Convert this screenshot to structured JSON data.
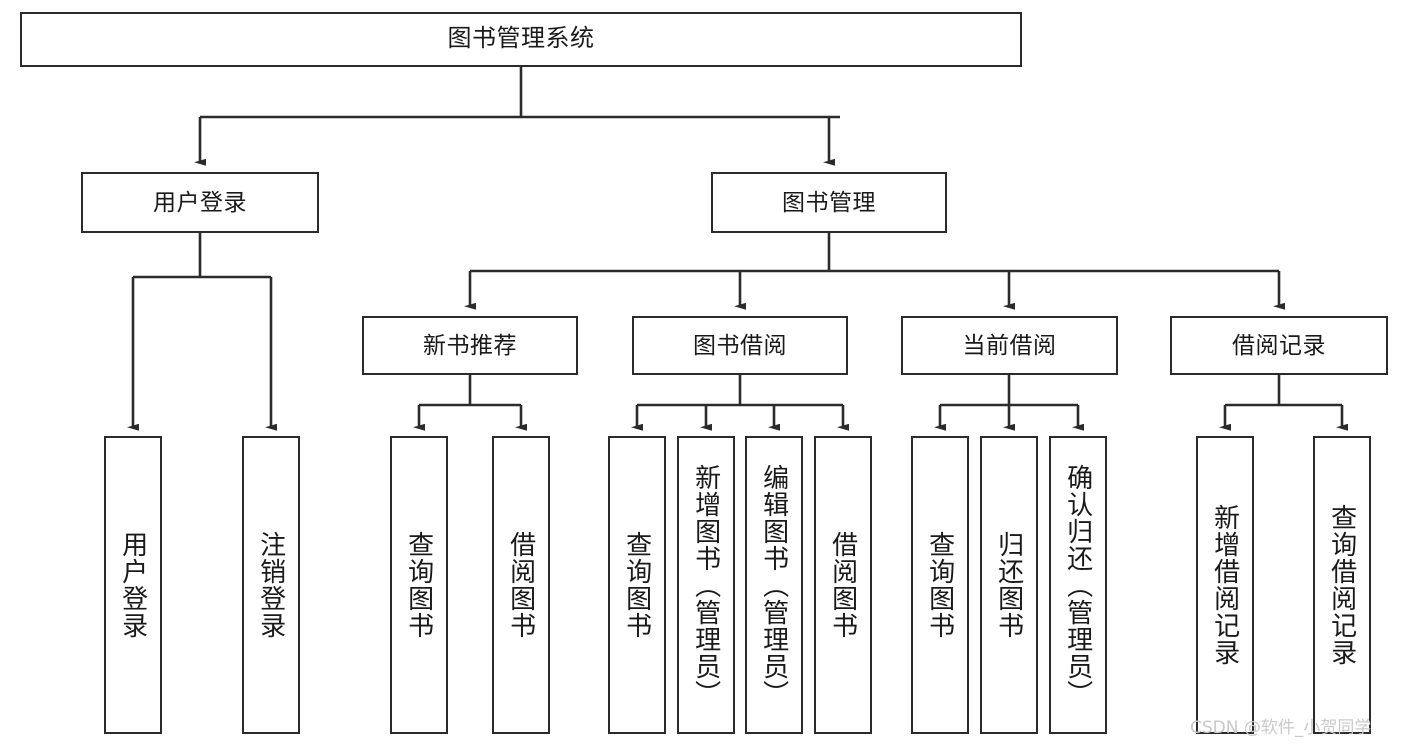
{
  "diagram": {
    "title": "图书管理系统",
    "type": "tree-hierarchy",
    "levels": 4
  },
  "nodes": {
    "root": {
      "label": "图书管理系统"
    },
    "level2": [
      {
        "label": "用户登录"
      },
      {
        "label": "图书管理"
      }
    ],
    "level3": [
      {
        "label": "新书推荐"
      },
      {
        "label": "图书借阅"
      },
      {
        "label": "当前借阅"
      },
      {
        "label": "借阅记录"
      }
    ],
    "login_children": [
      {
        "label": "用户登录"
      },
      {
        "label": "注销登录"
      }
    ],
    "recommend_children": [
      {
        "label": "查询图书"
      },
      {
        "label": "借阅图书"
      }
    ],
    "borrow_children": [
      {
        "label": "查询图书"
      },
      {
        "label": "新增图书（管理员）"
      },
      {
        "label": "编辑图书（管理员）"
      },
      {
        "label": "借阅图书"
      }
    ],
    "current_children": [
      {
        "label": "查询图书"
      },
      {
        "label": "归还图书"
      },
      {
        "label": "确认归还（管理员）"
      }
    ],
    "record_children": [
      {
        "label": "新增借阅记录"
      },
      {
        "label": "查询借阅记录"
      }
    ]
  },
  "watermark": {
    "text": "CSDN @软件_小贺同学"
  },
  "colors": {
    "stroke": "#2b2b2b",
    "fill": "#ffffff",
    "text": "#1a1a1a",
    "watermark": "#c9c9c9"
  }
}
